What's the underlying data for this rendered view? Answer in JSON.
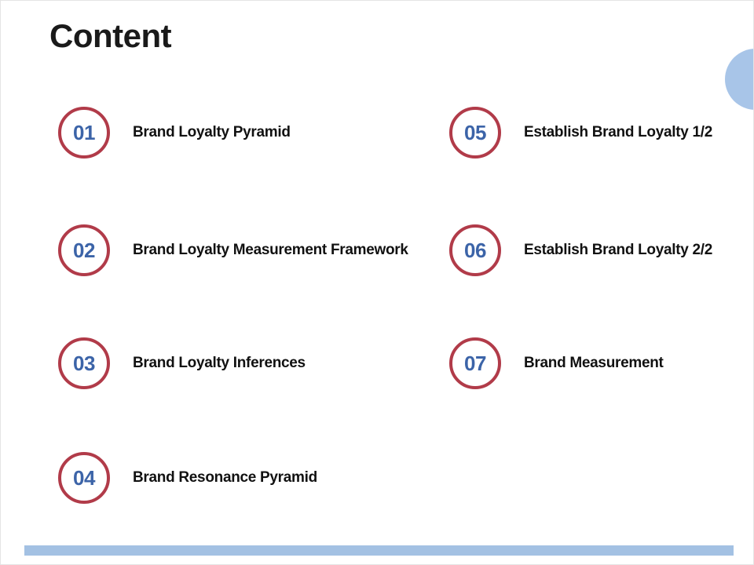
{
  "slide": {
    "title": "Content"
  },
  "toc": {
    "items": [
      {
        "number": "01",
        "label": "Brand Loyalty Pyramid"
      },
      {
        "number": "02",
        "label": "Brand Loyalty Measurement Framework"
      },
      {
        "number": "03",
        "label": "Brand Loyalty Inferences"
      },
      {
        "number": "04",
        "label": "Brand Resonance Pyramid"
      },
      {
        "number": "05",
        "label": "Establish Brand Loyalty 1/2"
      },
      {
        "number": "06",
        "label": "Establish Brand Loyalty 2/2"
      },
      {
        "number": "07",
        "label": "Brand Measurement"
      }
    ]
  },
  "colors": {
    "circle_border": "#b13b49",
    "number_text": "#3c64a8",
    "accent_circle": "#a8c5e8",
    "bottom_bar": "#a3c1e3",
    "title_text": "#1a1a1a",
    "label_text": "#111111"
  }
}
